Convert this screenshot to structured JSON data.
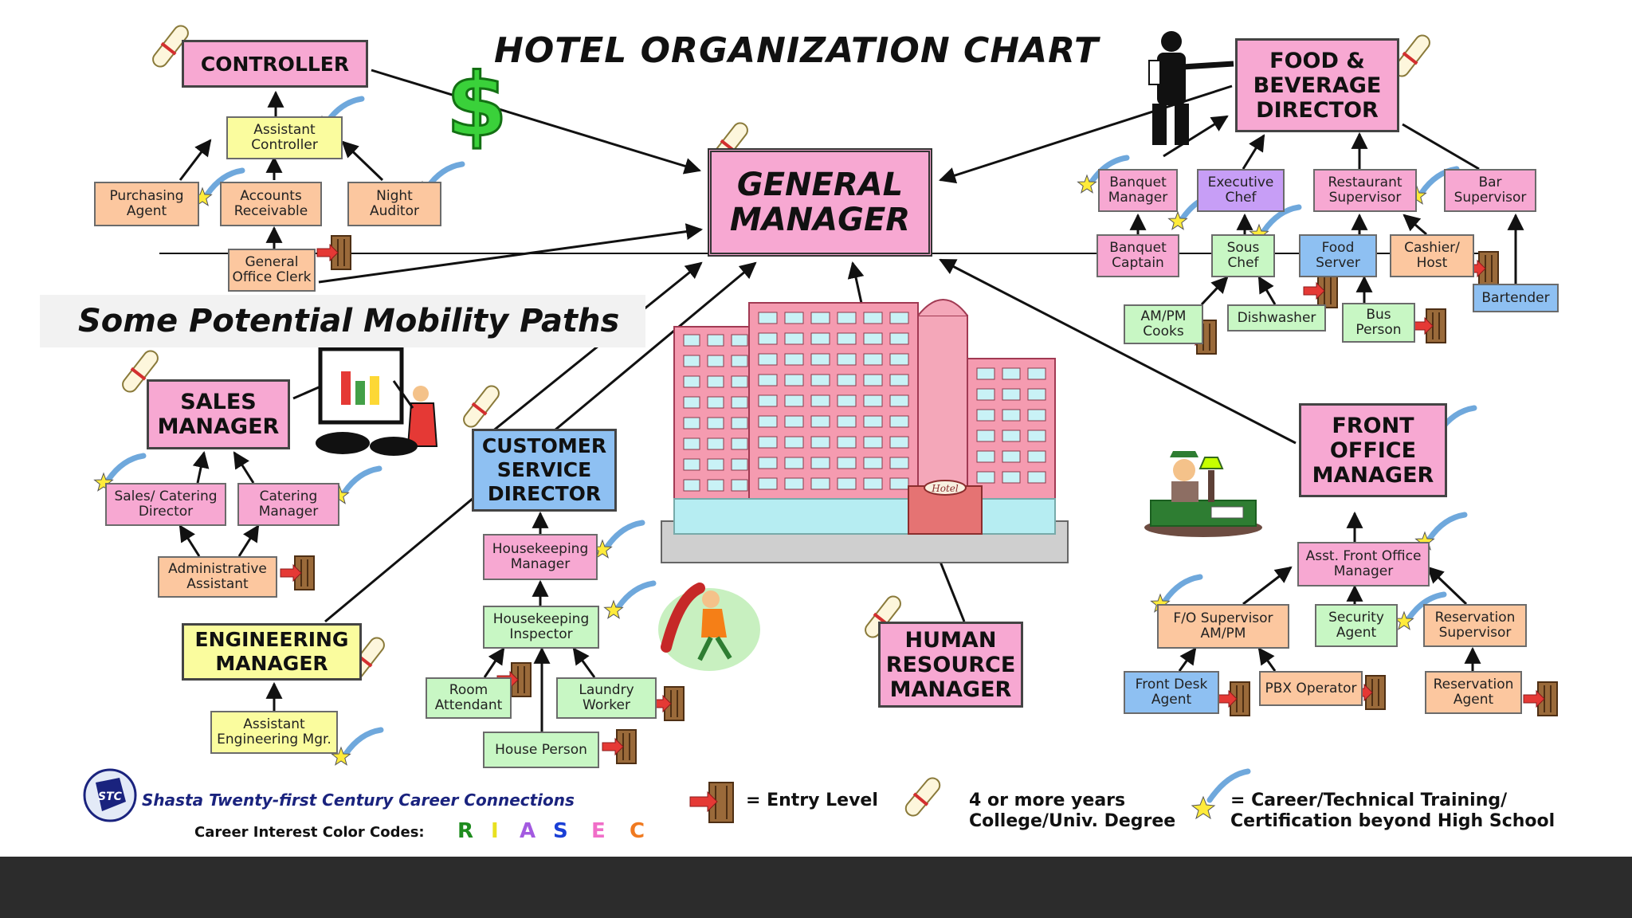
{
  "title": "HOTEL ORGANIZATION CHART",
  "mobility_heading": "Some Potential Mobility Paths",
  "positions": {
    "general_manager": "GENERAL\nMANAGER",
    "controller": "CONTROLLER",
    "assistant_controller": "Assistant\nController",
    "purchasing_agent": "Purchasing\nAgent",
    "accounts_receivable": "Accounts\nReceivable",
    "night_auditor": "Night\nAuditor",
    "general_office_clerk": "General\nOffice Clerk",
    "fb_director": "FOOD &\nBEVERAGE\nDIRECTOR",
    "banquet_manager": "Banquet\nManager",
    "executive_chef": "Executive\nChef",
    "restaurant_supervisor": "Restaurant\nSupervisor",
    "bar_supervisor": "Bar\nSupervisor",
    "banquet_captain": "Banquet\nCaptain",
    "sous_chef": "Sous\nChef",
    "food_server": "Food\nServer",
    "cashier_host": "Cashier/\nHost",
    "bartender": "Bartender",
    "ampm_cooks": "AM/PM\nCooks",
    "dishwasher": "Dishwasher",
    "bus_person": "Bus\nPerson",
    "sales_manager": "SALES\nMANAGER",
    "sales_catering_director": "Sales/ Catering\nDirector",
    "catering_manager": "Catering\nManager",
    "administrative_assistant": "Administrative\nAssistant",
    "customer_service_director": "CUSTOMER\nSERVICE\nDIRECTOR",
    "housekeeping_manager": "Housekeeping\nManager",
    "housekeeping_inspector": "Housekeeping\nInspector",
    "room_attendant": "Room\nAttendant",
    "laundry_worker": "Laundry\nWorker",
    "house_person": "House Person",
    "engineering_manager": "ENGINEERING\nMANAGER",
    "assistant_engineering_mgr": "Assistant\nEngineering Mgr.",
    "human_resource_manager": "HUMAN\nRESOURCE\nMANAGER",
    "front_office_manager": "FRONT\nOFFICE\nMANAGER",
    "asst_front_office_manager": "Asst. Front Office\nManager",
    "fo_supervisor": "F/O Supervisor\nAM/PM",
    "security_agent": "Security\nAgent",
    "reservation_supervisor": "Reservation\nSupervisor",
    "front_desk_agent": "Front Desk\nAgent",
    "pbx_operator": "PBX Operator",
    "reservation_agent": "Reservation\nAgent"
  },
  "building_sign": "Hotel",
  "legend": {
    "entry_level": "= Entry Level",
    "degree": "4 or more years\nCollege/Univ.  Degree",
    "training": "= Career/Technical Training/\nCertification beyond High School"
  },
  "footer": {
    "logo_text": "STC",
    "brand": "Shasta Twenty-first Century Career Connections",
    "codes_label": "Career Interest Color Codes:",
    "codes": [
      {
        "letter": "R",
        "color": "#1e8c1e"
      },
      {
        "letter": "I",
        "color": "#e8e020"
      },
      {
        "letter": "A",
        "color": "#a35ae0"
      },
      {
        "letter": "S",
        "color": "#1a3fd6"
      },
      {
        "letter": "E",
        "color": "#f06ec8"
      },
      {
        "letter": "C",
        "color": "#f07a20"
      }
    ]
  },
  "colors": {
    "realistic_green": "#c8f7c4",
    "investigative_yellow": "#fafc9e",
    "artistic_purple": "#c79ef6",
    "social_blue": "#8ec0f2",
    "enterprising_pink": "#f7a8d2",
    "conventional_peach": "#fcc79f",
    "footer_bar": "#2c2c2c"
  }
}
